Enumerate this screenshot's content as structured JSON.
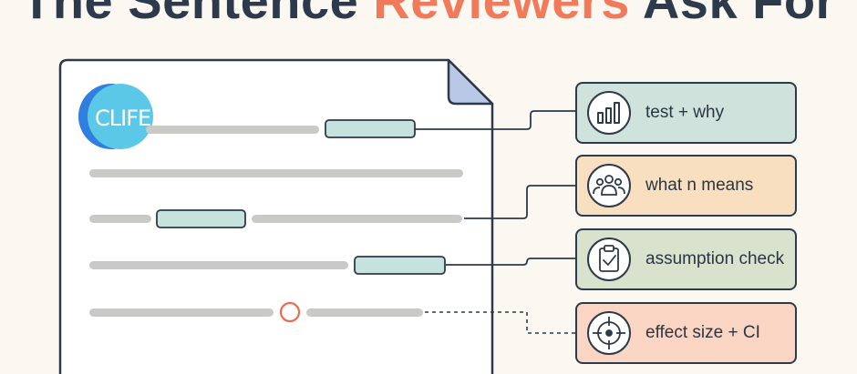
{
  "title": {
    "prefix": "The Sentence ",
    "accent": "Reviewers",
    "suffix": " Ask For"
  },
  "logo": {
    "text": "CLIFE"
  },
  "callouts": [
    {
      "label": "test + why",
      "icon": "bar-chart-icon",
      "fill": "#cfe3dc"
    },
    {
      "label": "what n means",
      "icon": "people-group-icon",
      "fill": "#f8dfc0"
    },
    {
      "label": "assumption check",
      "icon": "clipboard-check-icon",
      "fill": "#d8e2cc"
    },
    {
      "label": "effect size + CI",
      "icon": "target-crosshair-icon",
      "fill": "#fbd5c3"
    }
  ],
  "colors": {
    "outline": "#2c3a4b",
    "text_line": "#c9c9c6",
    "highlight": "#c5e2dc",
    "marker": "#ef6a4c",
    "logo": "#5cc8e8",
    "accent": "#f07a5a"
  }
}
